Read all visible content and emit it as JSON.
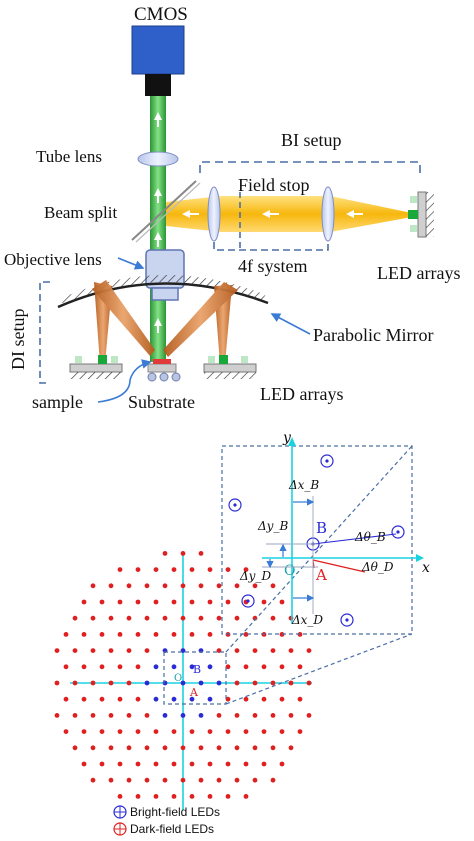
{
  "setup": {
    "cmos": "CMOS",
    "tube_lens": "Tube lens",
    "bi_setup": "BI setup",
    "field_stop": "Field stop",
    "beam_split": "Beam split",
    "objective_lens": "Objective lens",
    "four_f_system": "4f system",
    "led_arrays_right": "LED arrays",
    "di_setup": "DI setup",
    "parabolic_mirror": "Parabolic Mirror",
    "sample": "sample",
    "substrate": "Substrate",
    "led_arrays_bottom": "LED arrays"
  },
  "grid": {
    "axis_x": "x",
    "axis_y": "y",
    "point_b": "B",
    "point_a": "A",
    "origin": "O",
    "delta_x_b": "Δx_B",
    "delta_y_b": "Δy_B",
    "delta_y_d": "Δy_D",
    "delta_x_d": "Δx_D",
    "delta_theta_b": "Δθ_B",
    "delta_theta_d": "Δθ_D"
  },
  "legend": {
    "bright": "Bright-field LEDs",
    "dark": "Dark-field LEDs"
  },
  "colors": {
    "bright_led": "#2b2bd6",
    "dark_led": "#e02020",
    "axis": "#19d3e0",
    "dashed_box": "#4a6fa5",
    "green_beam": "#2fae3a",
    "yellow_beam": "#f5b400",
    "copper_beam": "#c8702a",
    "camera_blue": "#2f5fc8"
  }
}
